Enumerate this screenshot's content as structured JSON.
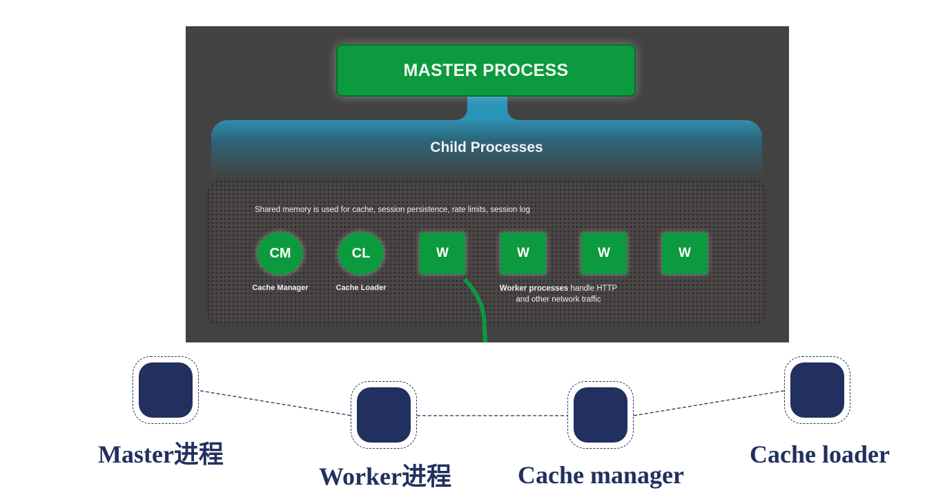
{
  "diagram": {
    "master_title": "MASTER PROCESS",
    "child_title": "Child Processes",
    "shared_memory_text": "Shared memory is used for cache, session persistence, rate limits, session log",
    "nodes": [
      {
        "text": "CM",
        "label": "Cache Manager"
      },
      {
        "text": "CL",
        "label": "Cache Loader"
      },
      {
        "text": "W"
      },
      {
        "text": "W"
      },
      {
        "text": "W"
      },
      {
        "text": "W"
      }
    ],
    "worker_desc_bold": "Worker processes",
    "worker_desc_rest_1": " handle HTTP",
    "worker_desc_line2": "and other network traffic",
    "colors": {
      "panel": "#434243",
      "green": "#0c9a3e",
      "teal": "#2f8eae"
    }
  },
  "bottom": {
    "items": [
      {
        "label": "Master进程"
      },
      {
        "label": "Worker进程"
      },
      {
        "label": "Cache manager"
      },
      {
        "label": "Cache loader"
      }
    ],
    "colors": {
      "node": "#22305f"
    }
  }
}
